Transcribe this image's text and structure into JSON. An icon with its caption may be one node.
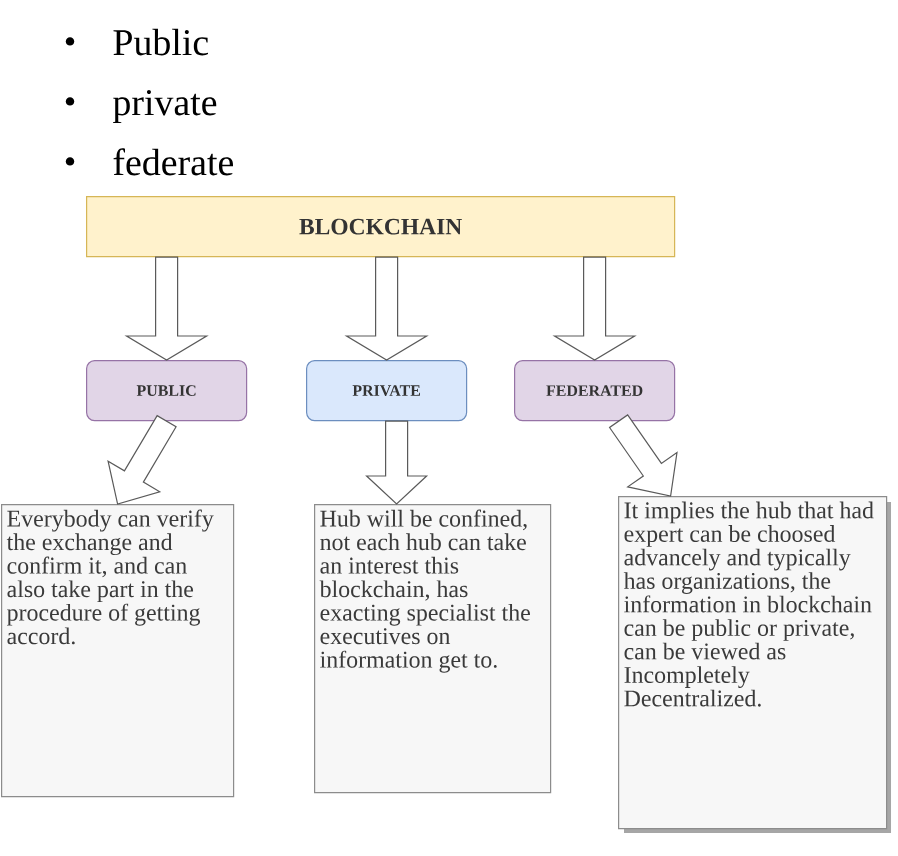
{
  "diagram": {
    "nodes": [
      {
        "text": [
          "BLOCKCHAIN"
        ]
      },
      {
        "text": [
          "PUBLIC"
        ]
      },
      {
        "text": [
          "PRIVATE"
        ]
      },
      {
        "text": [
          "FEDERATED"
        ]
      },
      {
        "text": [
          "Everybody can verify the exchange and confirm it, and can also take part in the procedure of getting accord."
        ]
      },
      {
        "text": [
          "Hub will be confined, not each hub can take an interest this blockchain, has exacting specialist the executives on information get to."
        ]
      },
      {
        "text": [
          "It implies the hub that had expert can be choosed advancely and typically has organizations, the information in blockchain can be public or private, can be viewed as Incompletely Decentralized."
        ]
      }
    ],
    "edges": [
      {
        "from": 0,
        "to": 1,
        "arrow": "to"
      },
      {
        "from": 0,
        "to": 2,
        "arrow": "to"
      },
      {
        "from": 0,
        "to": 3,
        "arrow": "to"
      },
      {
        "from": 1,
        "to": 4,
        "arrow": "to"
      },
      {
        "from": 2,
        "to": 5,
        "arrow": "to"
      },
      {
        "from": 3,
        "to": 6,
        "arrow": "to"
      }
    ],
    "labels": [
      "Public",
      "private",
      "federate"
    ]
  }
}
